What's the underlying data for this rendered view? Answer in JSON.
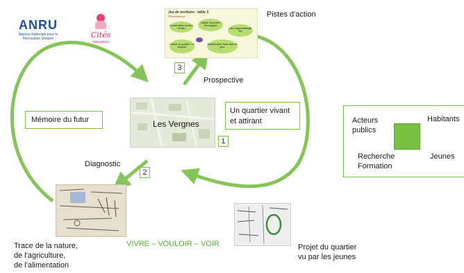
{
  "logos": {
    "anru_mark": "ANRU",
    "anru_caption": "Agence Nationale pour la Rénovation Urbaine",
    "cites_mark": "Cités",
    "cites_caption": "éducatives"
  },
  "center": {
    "label": "Les Vergnes"
  },
  "boxes": {
    "memoire": "Mémoire du futur",
    "quartier_line1": "Un quartier vivant",
    "quartier_line2": "et attirant"
  },
  "steps": {
    "one": "1",
    "two": "2",
    "three": "3"
  },
  "labels": {
    "pistes": "Pistes d'action",
    "prospective": "Prospective",
    "diagnostic": "Diagnostic",
    "vivre": "VIVRE – VOULOIR – VOIR",
    "trace_l1": "Trace de la nature,",
    "trace_l2": "de l'agriculture,",
    "trace_l3": "de l'alimentation",
    "projet_l1": "Projet du quartier",
    "projet_l2": "vu par les jeunes"
  },
  "actors": {
    "acteurs_l1": "Acteurs",
    "acteurs_l2": "publics",
    "habitants": "Habitants",
    "recherche_l1": "Recherche",
    "recherche_l2": "Formation",
    "jeunes": "Jeunes"
  },
  "jeu": {
    "title": "Jeu de territoire : table 3",
    "subtitle": "Pistes actions",
    "bubbles": [
      "Conservation du talus du bas",
      "Habiter autrement l'écologique",
      "Lieu d'apprentissage bio",
      "Culture du quartier \"Le Vergnes\"",
      "Infrastructure vivant dans le parc"
    ]
  },
  "colors": {
    "accent": "#7ac143",
    "arrow": "#86c45a"
  }
}
